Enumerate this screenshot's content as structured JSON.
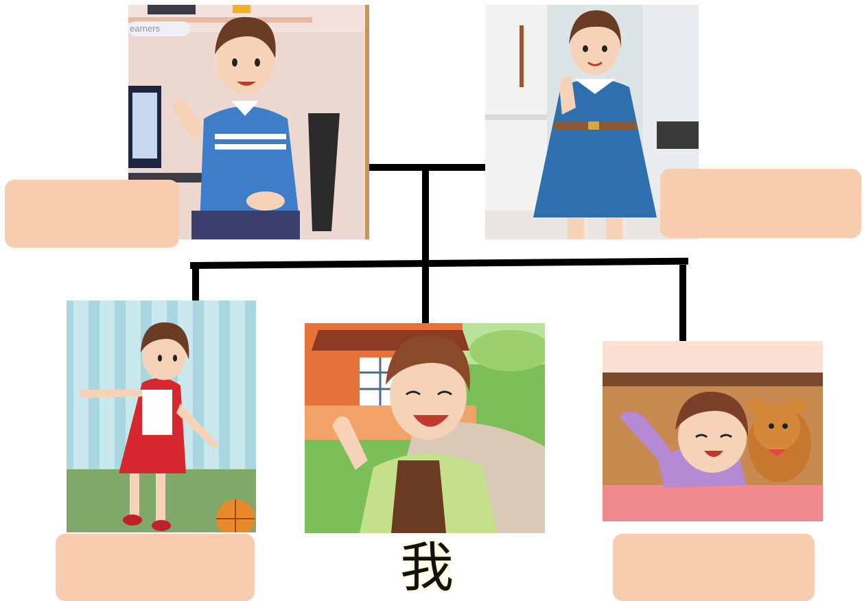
{
  "tree": {
    "me_label": "我",
    "father_banner": "earners"
  },
  "members": [
    {
      "role": "father",
      "label": ""
    },
    {
      "role": "mother",
      "label": ""
    },
    {
      "role": "older-sister",
      "label": ""
    },
    {
      "role": "me",
      "label": "我"
    },
    {
      "role": "younger-sister",
      "label": ""
    }
  ],
  "colors": {
    "label_box": "#f8ccae",
    "lines": "#000000"
  }
}
